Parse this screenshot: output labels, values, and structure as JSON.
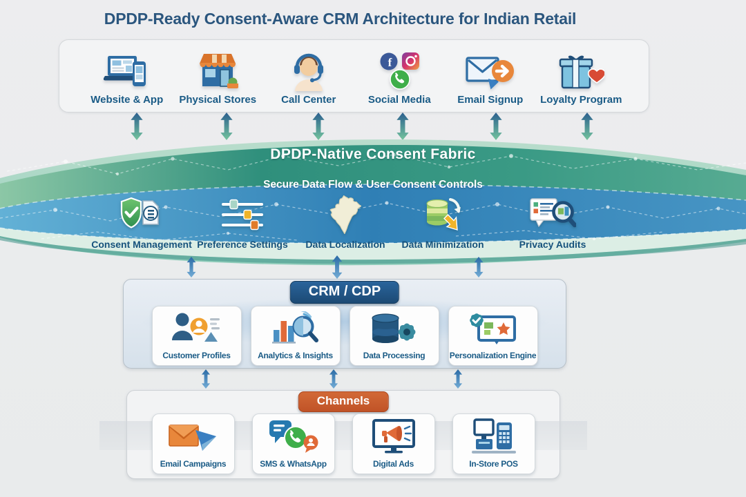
{
  "title": "DPDP-Ready Consent-Aware CRM Architecture for Indian Retail",
  "touchpoints": {
    "items": [
      {
        "label": "Website & App",
        "icon": "website-app-icon"
      },
      {
        "label": "Physical Stores",
        "icon": "storefront-icon"
      },
      {
        "label": "Call Center",
        "icon": "call-center-agent-icon"
      },
      {
        "label": "Social Media",
        "icon": "social-media-icons"
      },
      {
        "label": "Email Signup",
        "icon": "email-signup-icon"
      },
      {
        "label": "Loyalty Program",
        "icon": "gift-heart-icon"
      }
    ]
  },
  "fabric": {
    "title": "DPDP-Native Consent Fabric",
    "subtitle": "Secure Data Flow & User Consent Controls",
    "items": [
      {
        "label": "Consent Management",
        "icon": "shield-check-icon"
      },
      {
        "label": "Preference Settings",
        "icon": "sliders-icon"
      },
      {
        "label": "Data Localization",
        "icon": "india-map-icon"
      },
      {
        "label": "Data Minimization",
        "icon": "database-refresh-icon"
      },
      {
        "label": "Privacy Audits",
        "icon": "document-magnifier-icon"
      }
    ]
  },
  "crm": {
    "title": "CRM / CDP",
    "items": [
      {
        "label": "Customer Profiles",
        "icon": "customer-profiles-icon"
      },
      {
        "label": "Analytics & Insights",
        "icon": "analytics-magnifier-icon"
      },
      {
        "label": "Data Processing",
        "icon": "database-gear-icon"
      },
      {
        "label": "Personalization Engine",
        "icon": "screen-gear-star-icon"
      }
    ]
  },
  "channels": {
    "title": "Channels",
    "items": [
      {
        "label": "Email Campaigns",
        "icon": "envelope-paper-plane-icon"
      },
      {
        "label": "SMS & WhatsApp",
        "icon": "chat-bubbles-icon"
      },
      {
        "label": "Digital Ads",
        "icon": "monitor-megaphone-icon"
      },
      {
        "label": "In-Store POS",
        "icon": "pos-terminal-icon"
      }
    ]
  },
  "colors": {
    "title_text": "#2b567e",
    "label_text": "#1a5b86",
    "crm_badge": "#1f4e79",
    "channels_badge": "#c95b30",
    "fabric_green": "#2f8f7c",
    "fabric_blue": "#2f7fb5",
    "fabric_mint": "#d9ece2",
    "arrow_blue": "#2d6da8",
    "arrow_green": "#74c49d"
  }
}
